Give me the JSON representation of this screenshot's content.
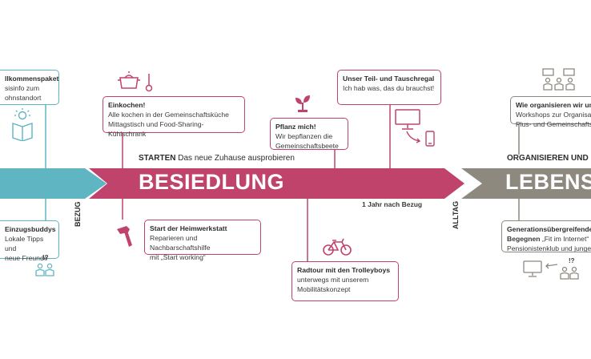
{
  "colors": {
    "pink": "#c0436b",
    "teal": "#5fb5c2",
    "grey": "#8e897f",
    "text": "#3a3a3a"
  },
  "banners": {
    "main": "BESIEDLUNG",
    "right": "LEBENSU"
  },
  "captions": {
    "starten_bold": "STARTEN",
    "starten_text": "Das neue Zuhause ausprobieren",
    "organisieren": "ORGANISIEREN UND",
    "one_year": "1 Jahr nach Bezug",
    "bezug": "BEZUG",
    "alltag": "ALLTAG"
  },
  "boxes": {
    "willkommen": {
      "title": "llkommenspaket",
      "body": [
        "sisinfo zum",
        "ohnstandort"
      ]
    },
    "einzugsbuddys": {
      "title": "Einzugsbuddys",
      "body": [
        "Lokale Tipps und",
        "neue Freunde"
      ]
    },
    "einkochen": {
      "title": "Einkochen!",
      "body": [
        "Alle kochen in der Gemeinschaftsküche",
        "Mittagstisch und Food-Sharing-Kühlschrank"
      ]
    },
    "pflanz": {
      "title": "Pflanz mich!",
      "body": [
        "Wir bepflanzen die",
        "Gemeinschaftsbeete"
      ]
    },
    "tauschregal": {
      "title": "Unser Teil- und Tauschregal",
      "body": [
        "Ich hab was, das du brauchst!"
      ]
    },
    "heimwerkstatt": {
      "title": "Start der Heimwerkstatt",
      "body": [
        "Reparieren und Nachbarschaftshilfe",
        "mit „Start working“"
      ]
    },
    "radtour": {
      "title": "Radtour mit den Trolleyboys",
      "body": [
        "unterwegs mit unserem",
        "Mobilitätskonzept"
      ]
    },
    "wieorg": {
      "title": "Wie organisieren wir uns",
      "body": [
        "Workshops zur Organisati",
        "Plus- und Gemeinschaftsr"
      ]
    },
    "generationen": {
      "title": "Generationsübergreifendes",
      "title2": "Begegnen",
      "title2_rest": "„Fit im Internet“ m",
      "body": [
        "Pensionistenklub und junger"
      ]
    }
  },
  "notes": {
    "q1": "!?",
    "q2": "!?"
  },
  "icons": [
    "lightbulb-book-icon",
    "people-icon",
    "cooking-pot-icon",
    "ladle-icon",
    "sprout-icon",
    "monitor-icon",
    "smartphone-icon",
    "hammer-icon",
    "bicycle-icon",
    "discussion-group-icon",
    "monitor-people-icon"
  ]
}
